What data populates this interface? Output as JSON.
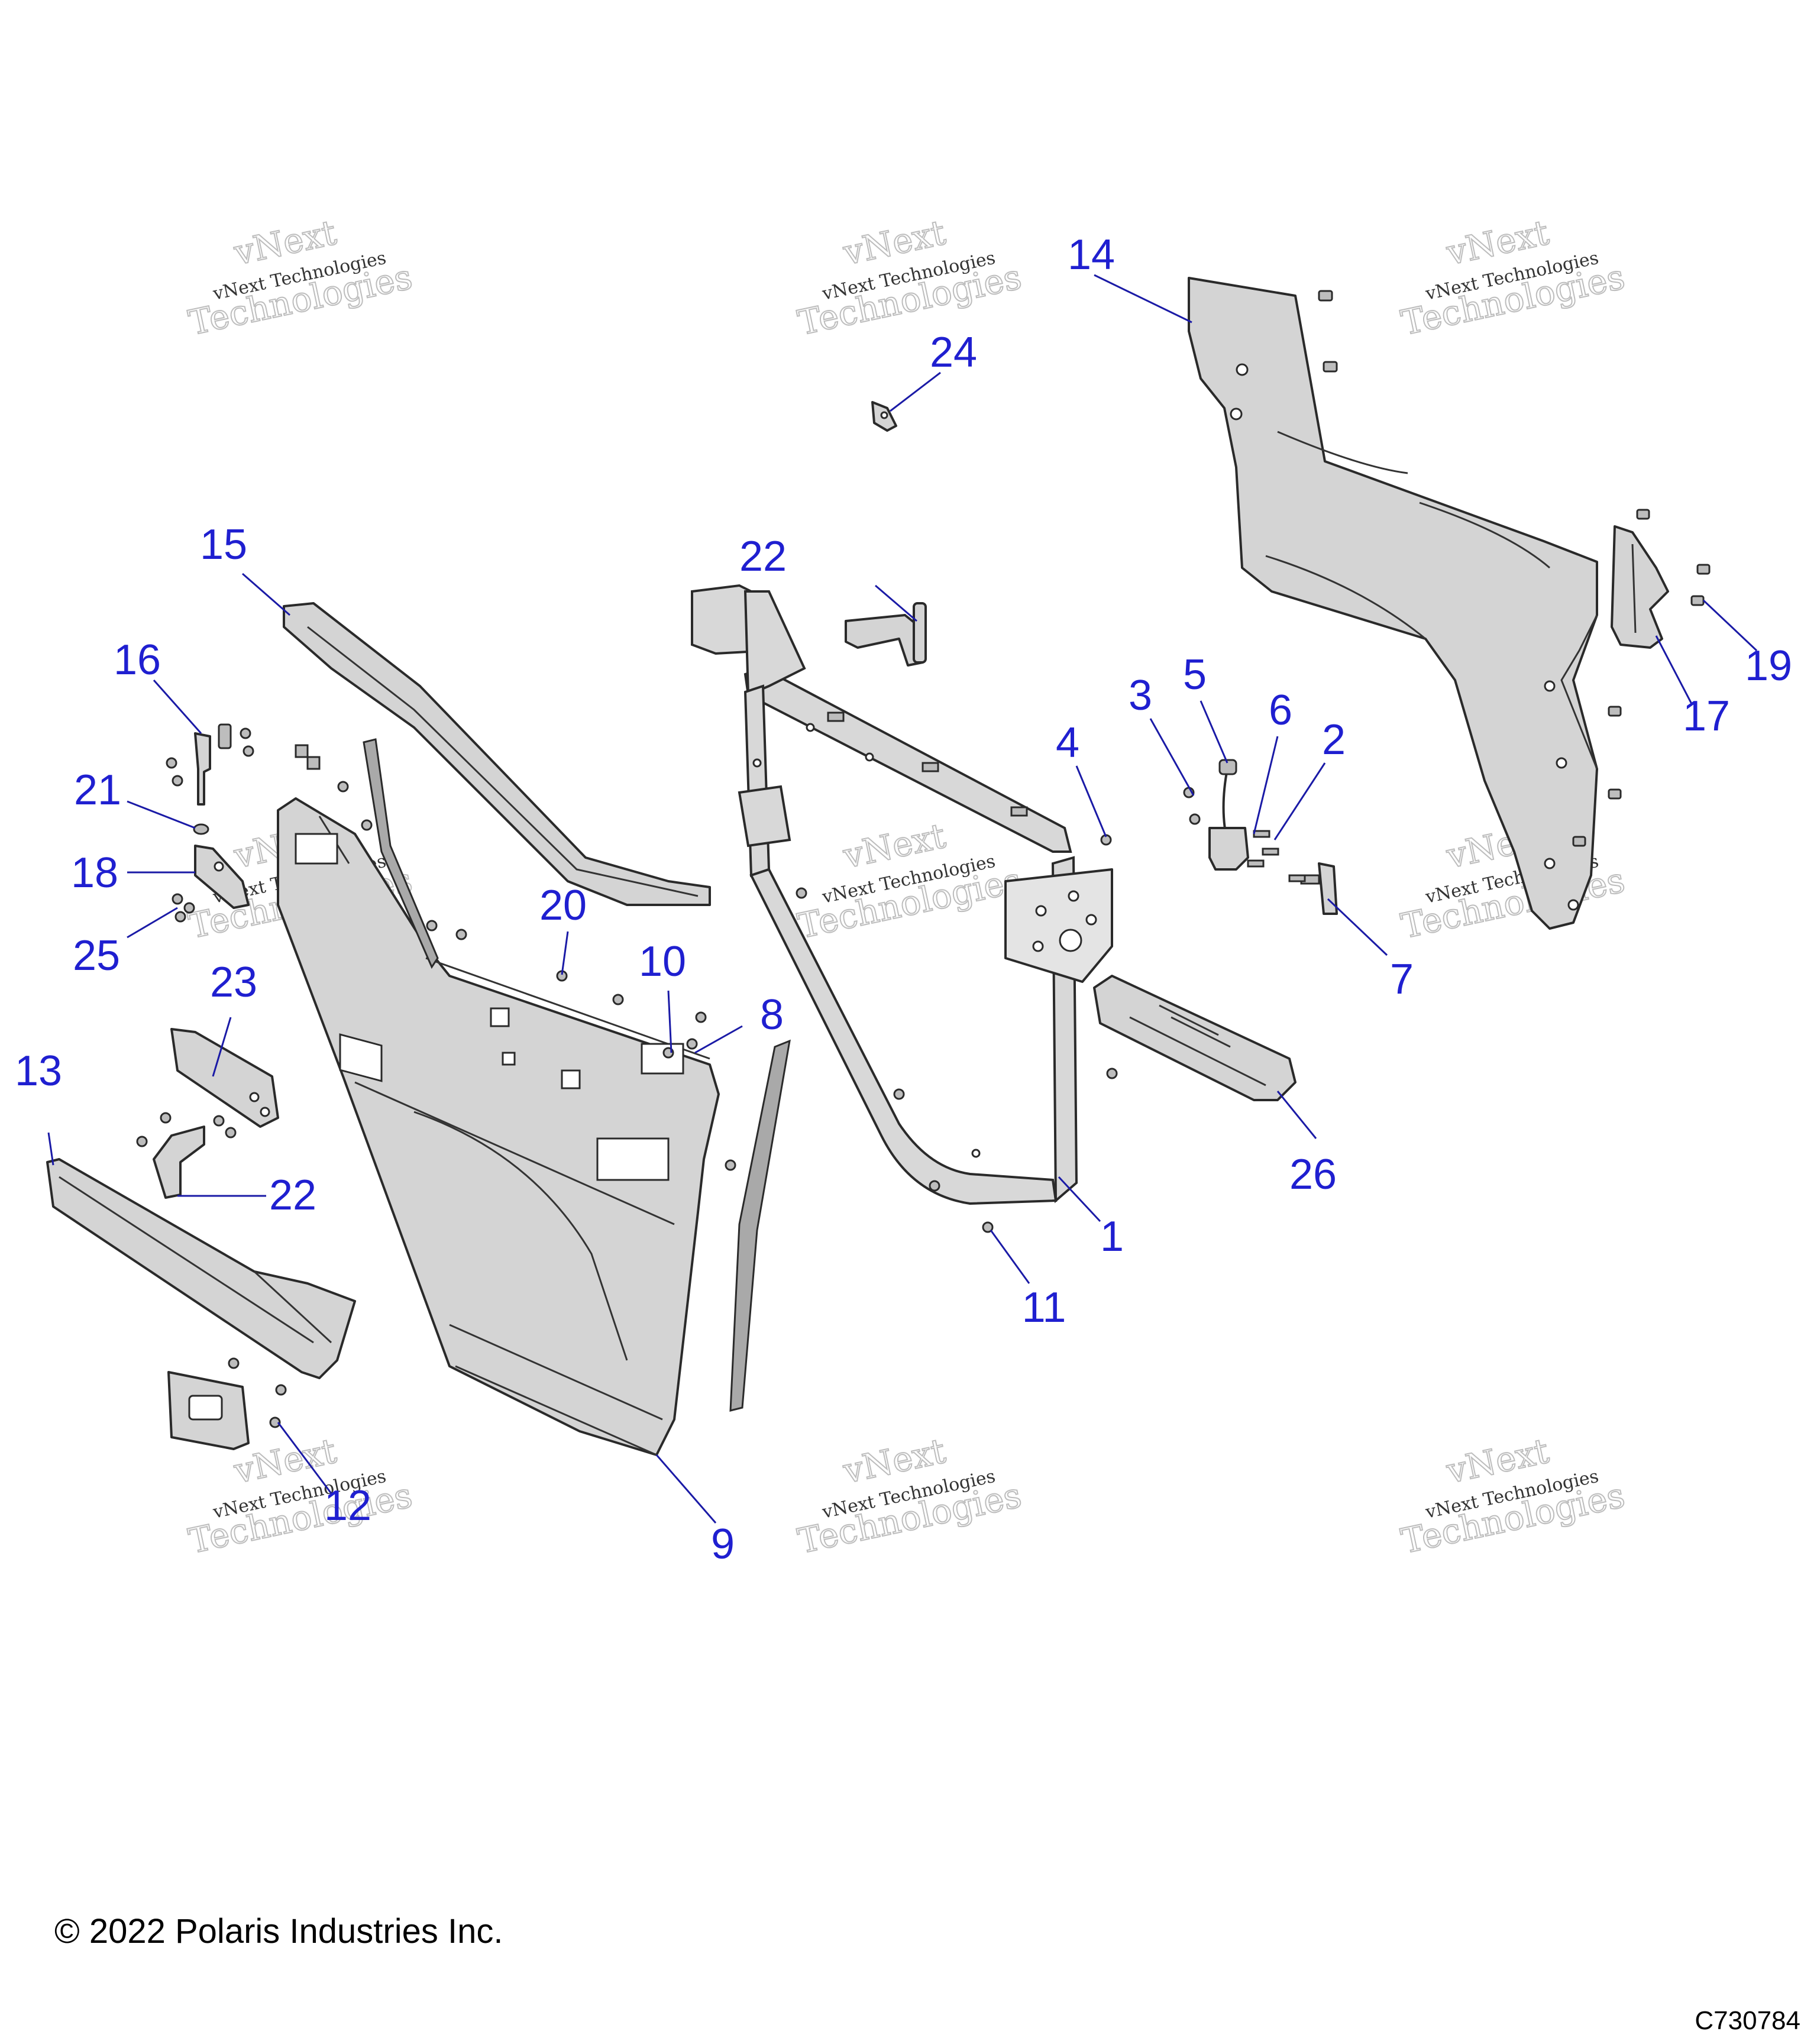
{
  "diagram": {
    "callouts": [
      "1",
      "2",
      "3",
      "4",
      "5",
      "6",
      "7",
      "8",
      "9",
      "10",
      "11",
      "12",
      "13",
      "14",
      "15",
      "16",
      "17",
      "18",
      "19",
      "20",
      "21",
      "22",
      "22",
      "23",
      "24",
      "25",
      "26"
    ],
    "watermark": {
      "line1": "vNext Technologies",
      "line2": "vNext",
      "line3": "Technologies"
    },
    "colors": {
      "callout": "#1f1fd0",
      "part_fill": "#d4d4d4",
      "outline": "#2a2a2a"
    }
  },
  "footer": {
    "copyright": "© 2022 Polaris Industries Inc.",
    "drawing_number": "C730784"
  }
}
